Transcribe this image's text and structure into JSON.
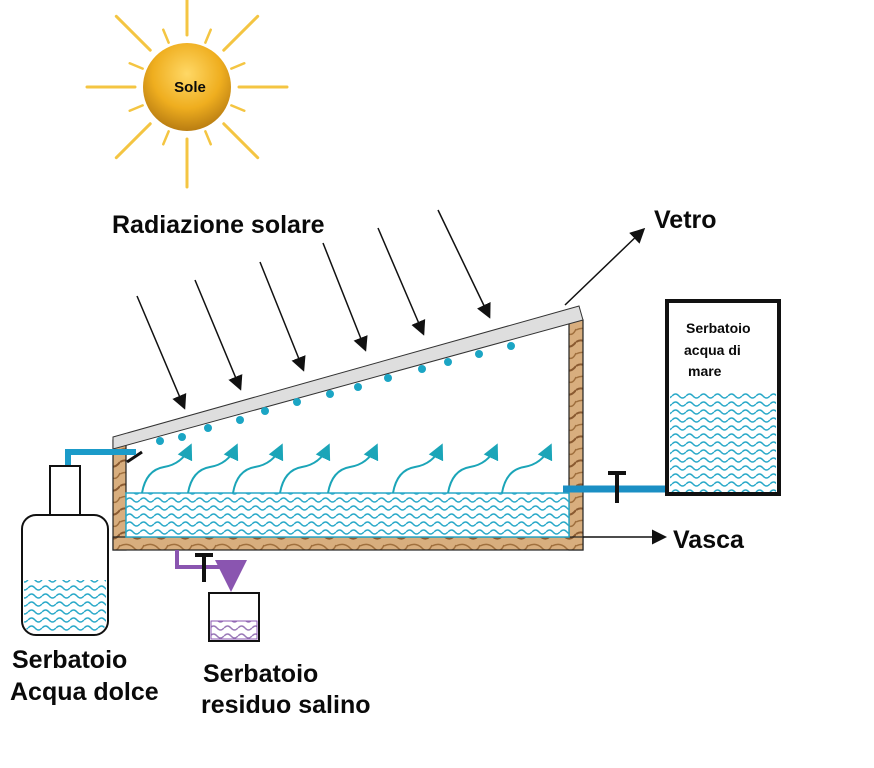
{
  "sun": {
    "label": "Sole"
  },
  "labels": {
    "radiation": "Radiazione solare",
    "glass": "Vetro",
    "basin": "Vasca",
    "seawater_tank": [
      "Serbatoio",
      "acqua di",
      "mare"
    ],
    "freshwater_tank": [
      "Serbatoio",
      "Acqua dolce"
    ],
    "brine_tank": [
      "Serbatoio",
      "residuo salino"
    ]
  },
  "colors": {
    "water": "#2aa9c9",
    "pipe": "#1b8fc4",
    "brine_pipe": "#8a55b0",
    "wood": "#c89a6a",
    "glass": "#dcdcdc",
    "sun": "#f2b21c"
  }
}
